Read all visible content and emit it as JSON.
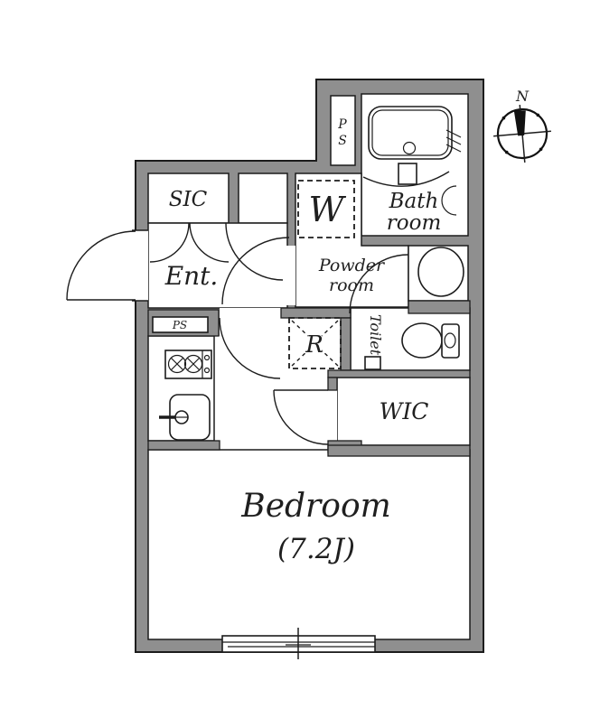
{
  "plan": {
    "type": "apartment-floor-plan",
    "compass": {
      "north_label": "N"
    },
    "rooms": {
      "sic": "SIC",
      "entrance": "Ent.",
      "washer": "W",
      "bath_line1": "Bath",
      "bath_line2": "room",
      "powder_line1": "Powder",
      "powder_line2": "room",
      "ps_top_line1": "P",
      "ps_top_line2": "S",
      "ps_small": "PS",
      "refrigerator": "R",
      "toilet": "Toilet",
      "wic": "WIC",
      "bedroom": "Bedroom",
      "bedroom_size": "(7.2J)"
    },
    "fixtures": [
      "bathtub",
      "bath-drain",
      "washbasin",
      "toilet-bowl",
      "toilet-tank",
      "gas-stove",
      "kitchen-sink",
      "faucet",
      "window",
      "entrance-door",
      "door-arcs",
      "compass-rose"
    ],
    "colors": {
      "wall_fill": "#8f8f8f",
      "line": "#1c1c1c",
      "floor": "#ffffff",
      "text": "#1f1f1f"
    }
  }
}
